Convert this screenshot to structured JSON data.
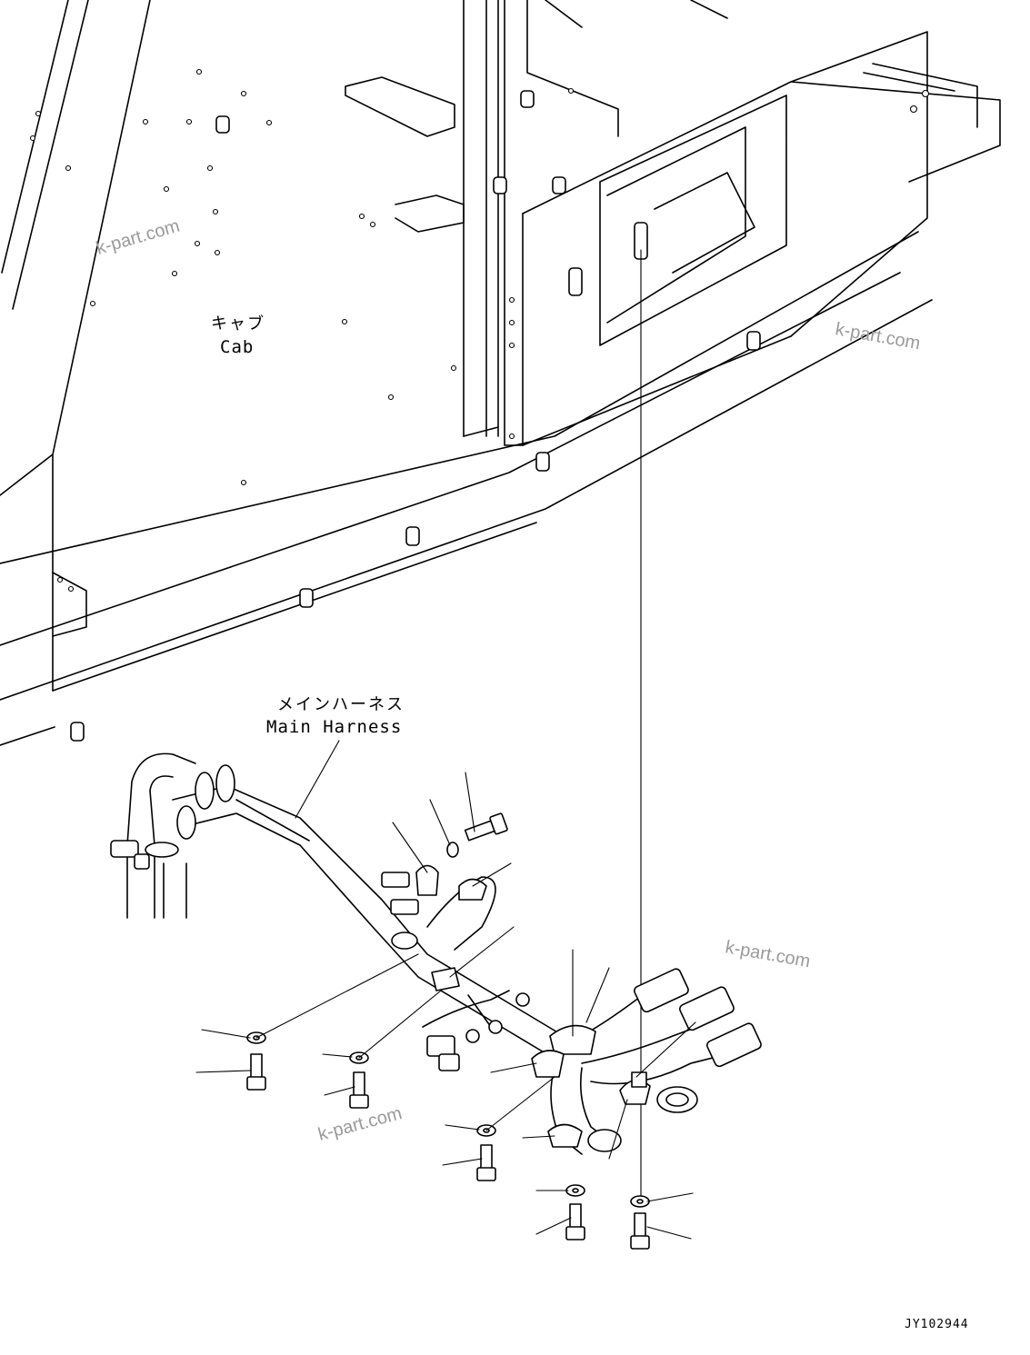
{
  "labels": {
    "cab_jp": "キャブ",
    "cab_en": "Cab",
    "harness_jp": "メインハーネス",
    "harness_en": "Main Harness"
  },
  "drawing_code": "JY102944",
  "watermarks": [
    "k-part.com",
    "k-part.com",
    "k-part.com",
    "k-part.com"
  ],
  "icons": {
    "cab_structure": "cab-frame-icon",
    "harness": "wire-harness-icon",
    "clamp": "clamp-icon",
    "bolt": "bolt-icon",
    "washer": "washer-icon"
  },
  "colors": {
    "line": "#000000",
    "background": "#ffffff",
    "watermark": "#9a9a9a"
  }
}
